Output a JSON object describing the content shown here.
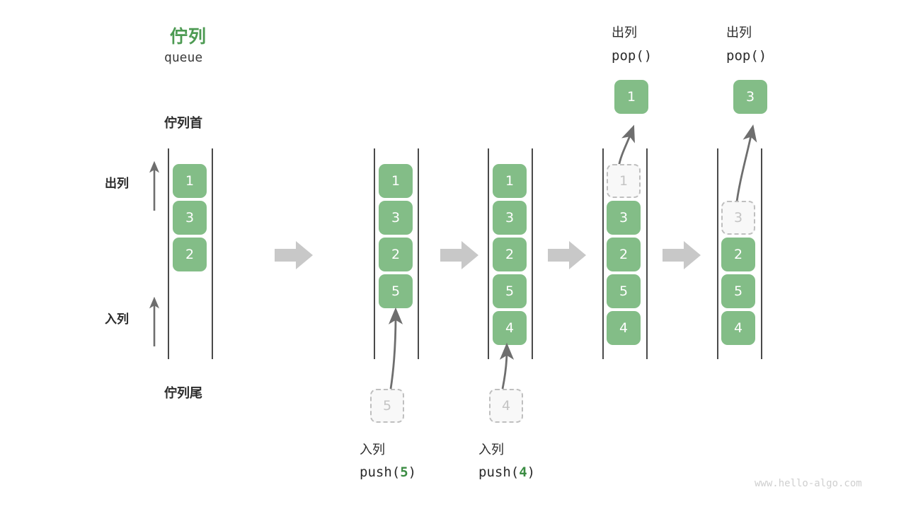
{
  "figure": {
    "title_cn": "佇列",
    "title_en": "queue",
    "head_label": "佇列首",
    "tail_label": "佇列尾",
    "dequeue_dir_label": "出列",
    "enqueue_dir_label": "入列",
    "watermark": "www.hello-algo.com",
    "colors": {
      "node_fill": "#83BD87",
      "node_text": "#FFFFFF",
      "ghost_fill": "#F8F8F8",
      "ghost_border": "#BFBFBF",
      "ghost_text": "#C4C4C4",
      "rail": "#4A4A4A",
      "arrow_block": "#C8C8C8",
      "curve_arrow": "#6E6E6E",
      "title_green": "#4C9A52",
      "arg_green": "#3B8C43",
      "text": "#2B2B2B"
    }
  },
  "columns": [
    {
      "id": "initial",
      "caption_cn": "",
      "caption_code": "",
      "header_cn": "",
      "header_code": "",
      "nodes": [
        "1",
        "3",
        "2"
      ],
      "ghost_index": -1,
      "ghost_value": "",
      "input_ghost": "",
      "output_node": ""
    },
    {
      "id": "push-5",
      "caption_cn": "入列",
      "caption_code": "push(5)",
      "caption_arg": "5",
      "header_cn": "",
      "header_code": "",
      "nodes": [
        "1",
        "3",
        "2",
        "5"
      ],
      "ghost_index": -1,
      "ghost_value": "",
      "input_ghost": "5",
      "output_node": ""
    },
    {
      "id": "push-4",
      "caption_cn": "入列",
      "caption_code": "push(4)",
      "caption_arg": "4",
      "header_cn": "",
      "header_code": "",
      "nodes": [
        "1",
        "3",
        "2",
        "5",
        "4"
      ],
      "ghost_index": -1,
      "ghost_value": "",
      "input_ghost": "4",
      "output_node": ""
    },
    {
      "id": "pop-1",
      "caption_cn": "",
      "caption_code": "",
      "header_cn": "出列",
      "header_code": "pop()",
      "nodes": [
        "1",
        "3",
        "2",
        "5",
        "4"
      ],
      "ghost_index": 0,
      "ghost_value": "1",
      "input_ghost": "",
      "output_node": "1"
    },
    {
      "id": "pop-3",
      "caption_cn": "",
      "caption_code": "",
      "header_cn": "出列",
      "header_code": "pop()",
      "nodes": [
        "3",
        "2",
        "5",
        "4"
      ],
      "ghost_index": 0,
      "ghost_value": "3",
      "input_ghost": "",
      "output_node": "3"
    }
  ]
}
